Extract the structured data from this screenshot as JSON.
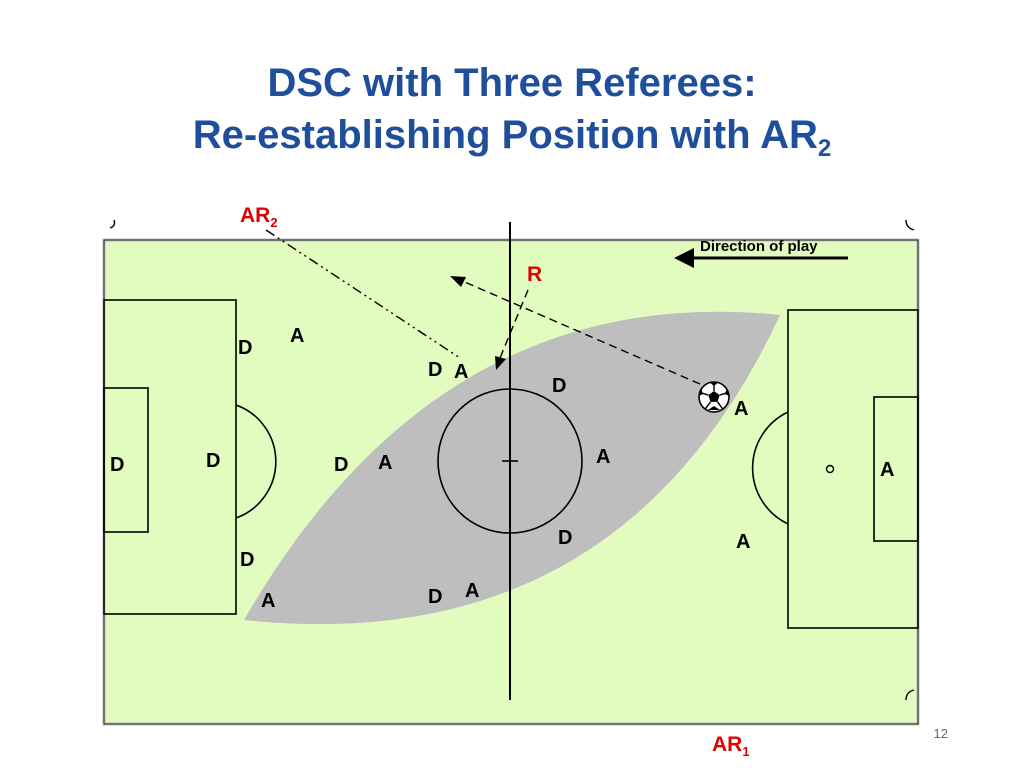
{
  "title": {
    "line1": "DSC with Three Referees:",
    "line2_main": "Re-establishing Position with AR",
    "line2_sub": "2"
  },
  "labels": {
    "ar2_main": "AR",
    "ar2_sub": "2",
    "ar1_main": "AR",
    "ar1_sub": "1",
    "referee": "R",
    "direction": "Direction of play",
    "page_number": "12"
  },
  "players": {
    "defender": "D",
    "attacker": "A"
  },
  "colors": {
    "pitch": "#e2fbbf",
    "zone": "#bebebe",
    "title": "#1f4e9c",
    "referee_labels": "#e00000"
  }
}
